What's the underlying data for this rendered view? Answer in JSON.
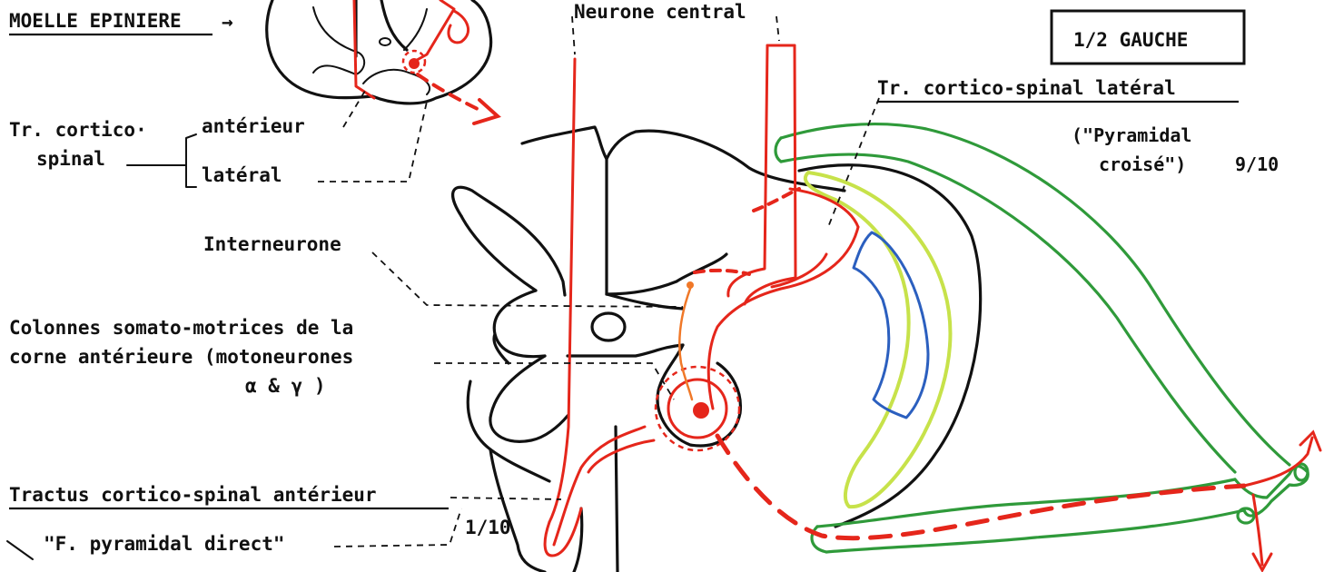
{
  "labels": {
    "moelle": "MOELLE EPINIERE",
    "moelle_arrow": "→",
    "neurone_central": "Neurone central",
    "half": "1/2  GAUCHE",
    "tr_cortico_lateral": "Tr. cortico-spinal latéral",
    "pyramidal_1": "(\"Pyramidal",
    "pyramidal_2": "croisé\")",
    "ratio_lateral": "9/10",
    "tr_cortico_1": "Tr. cortico·",
    "tr_cortico_2": "spinal",
    "anterieur": "antérieur",
    "lateral": "latéral",
    "interneurone": "Interneurone",
    "colonnes_1": "Colonnes somato-motrices de la",
    "colonnes_2": "corne antérieure (motoneurones",
    "colonnes_3": "α & γ )",
    "tractus_anterieur": "Tractus cortico-spinal antérieur",
    "pyramidal_direct": "\"F.  pyramidal direct\"",
    "ratio_direct": "1/10"
  },
  "colors": {
    "ink": "#111111",
    "red_tract": "#e5261b",
    "green_nerve": "#2f9a3a",
    "lime_tract": "#c7e24a",
    "blue_tract": "#2b5fbf",
    "orange_interneuron": "#f07828"
  }
}
